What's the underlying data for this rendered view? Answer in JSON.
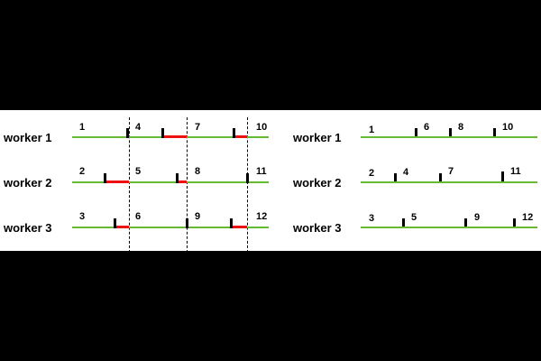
{
  "colors": {
    "timeline": "#66bb33",
    "wait": "#ee1111",
    "background": "#ffffff",
    "frame": "#000000"
  },
  "left_panel": {
    "rows": [
      {
        "label": "worker 1",
        "numbers": [
          "1",
          "4",
          "7",
          "10"
        ]
      },
      {
        "label": "worker 2",
        "numbers": [
          "2",
          "5",
          "8",
          "11"
        ]
      },
      {
        "label": "worker 3",
        "numbers": [
          "3",
          "6",
          "9",
          "12"
        ]
      }
    ]
  },
  "right_panel": {
    "rows": [
      {
        "label": "worker 1",
        "numbers": [
          "1",
          "6",
          "8",
          "10"
        ]
      },
      {
        "label": "worker 2",
        "numbers": [
          "2",
          "4",
          "7",
          "11"
        ]
      },
      {
        "label": "worker 3",
        "numbers": [
          "3",
          "5",
          "9",
          "12"
        ]
      }
    ]
  }
}
